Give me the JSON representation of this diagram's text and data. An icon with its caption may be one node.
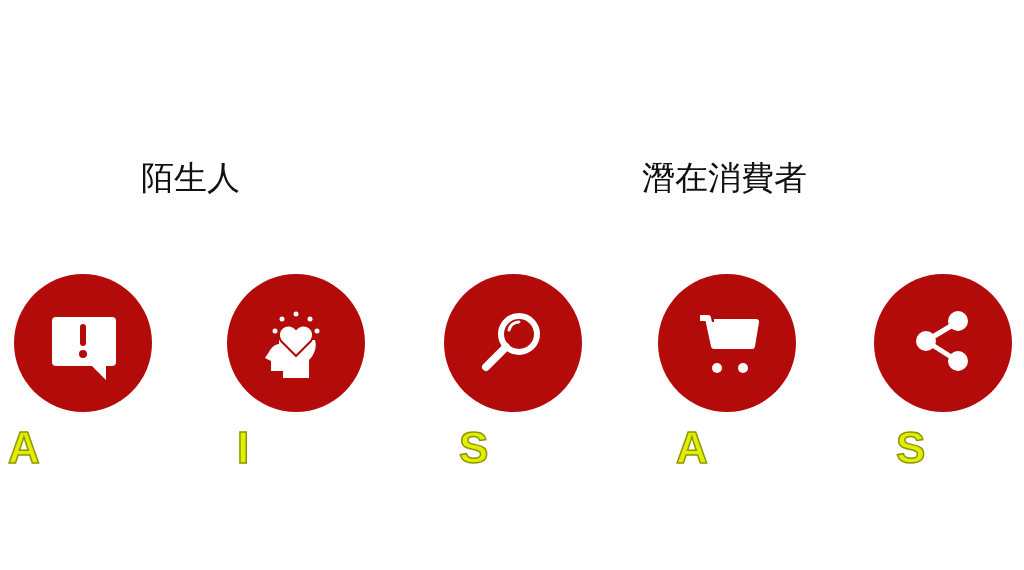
{
  "diagram": {
    "nodes": [
      {
        "text": [],
        "shape": "circle",
        "beside": [
          "A"
        ]
      },
      {
        "text": [],
        "shape": "circle",
        "beside": [
          "I"
        ]
      },
      {
        "text": [],
        "shape": "circle",
        "beside": [
          "S"
        ]
      },
      {
        "text": [],
        "shape": "circle",
        "beside": [
          "A"
        ]
      },
      {
        "text": [],
        "shape": "circle",
        "beside": [
          "S"
        ]
      }
    ],
    "labels": [
      "陌生人",
      "潛在消費者"
    ]
  }
}
